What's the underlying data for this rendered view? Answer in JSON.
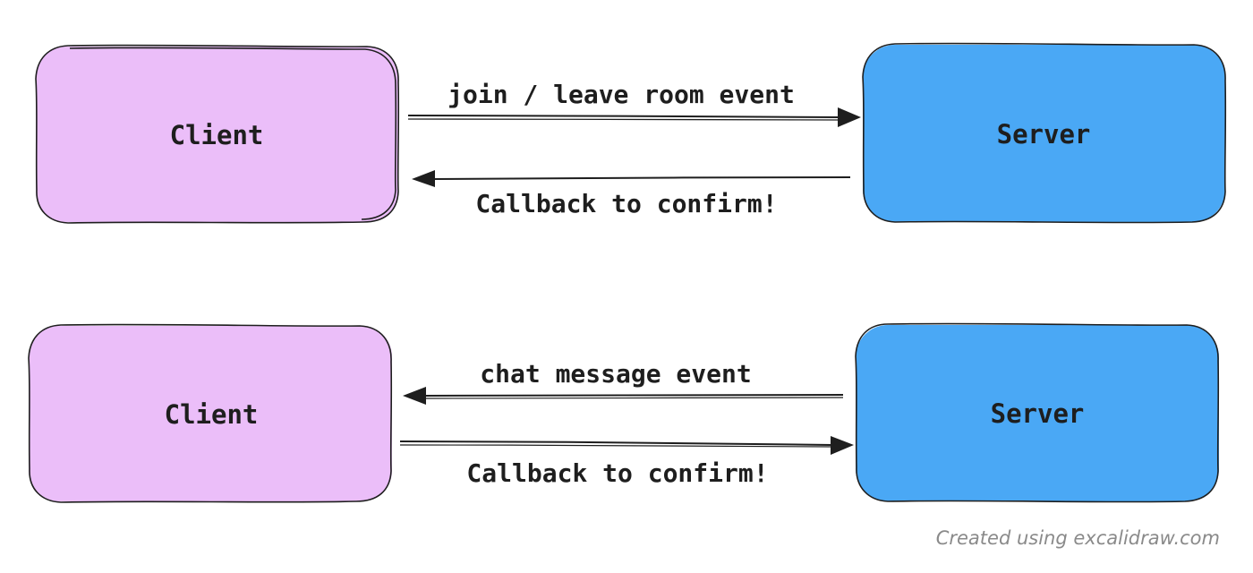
{
  "colors": {
    "client_fill": "#ebbef9",
    "server_fill": "#4aa8f5",
    "stroke": "#1e1e1e",
    "credit_text": "#8a8a8a"
  },
  "diagram_top": {
    "client": {
      "label": "Client"
    },
    "server": {
      "label": "Server"
    },
    "arrow_to_server": {
      "label": "join / leave room event",
      "direction": "client-to-server"
    },
    "arrow_to_client": {
      "label": "Callback to confirm!",
      "direction": "server-to-client"
    }
  },
  "diagram_bottom": {
    "client": {
      "label": "Client"
    },
    "server": {
      "label": "Server"
    },
    "arrow_to_client": {
      "label": "chat message event",
      "direction": "server-to-client"
    },
    "arrow_to_server": {
      "label": "Callback to confirm!",
      "direction": "client-to-server"
    }
  },
  "footer": {
    "credit": "Created using excalidraw.com"
  }
}
